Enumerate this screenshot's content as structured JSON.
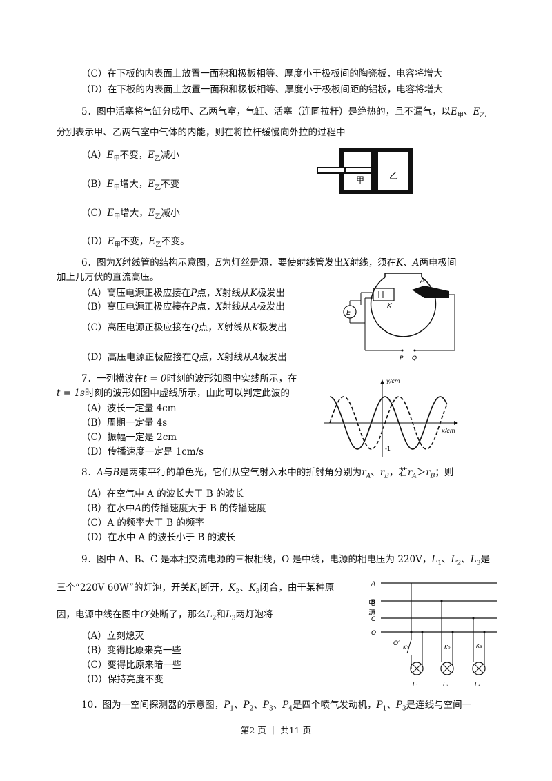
{
  "q4": {
    "opt_c": "（C）在下板的内表面上放置一面积和极板相等、厚度小于极板间的陶瓷板，电容将增大",
    "opt_d": "（D）在下板的内表面上放置一面积和极板相等、厚度小于极板间距的铝板，电容将增大"
  },
  "q5": {
    "stem_a": "5．图中活塞将气缸分成甲、乙两气室，气缸、活塞（连同拉杆）是绝热的，且不漏气，以",
    "stem_b": "分别表示甲、乙两气室中气体的内能，则在将拉杆缓慢向外拉的过程中",
    "sym_e": "E",
    "sub_jia": "甲",
    "sub_yi": "乙",
    "sep": "、",
    "comma": "，",
    "opt_a_label": "（A）",
    "opt_a_1": "不变",
    "opt_a_2": "减小",
    "opt_b_label": "（B）",
    "opt_b_1": "增大",
    "opt_b_2": "不变",
    "opt_c_label": "（C）",
    "opt_c_1": "增大",
    "opt_c_2": "减小",
    "opt_d_label": "（D）",
    "opt_d_1": "不变",
    "opt_d_2": "不变。",
    "fig_jia": "甲",
    "fig_yi": "乙"
  },
  "q6": {
    "stem_1": "6．图为",
    "sym_x": "X",
    "stem_2": "射线管的结构示意图，",
    "sym_e": "E",
    "stem_3": "为灯丝是源，要使射线管发出",
    "stem_4": "射线，须在",
    "sym_k": "K",
    "stem_5": "、",
    "sym_a": "A",
    "stem_6": "两电极间",
    "stem_line2": "加上几万伏的直流高压。",
    "opt_a_label": "（A）高压电源正极应接在",
    "sym_p": "P",
    "sym_q": "Q",
    "opt_mid": "点，",
    "opt_tail": "射线从",
    "opt_end": "极发出",
    "opt_b_label": "（B）高压电源正极应接在",
    "opt_c_label": "（C）高压电源正极应接在",
    "opt_d_label": "（D）高压电源正极应接在",
    "fig_e": "E",
    "fig_k": "K",
    "fig_a": "A",
    "fig_p": "P",
    "fig_q": "Q"
  },
  "q7": {
    "stem_1": "7．一列横波在",
    "t0": "t = 0",
    "stem_2": "时刻的波形如图中实线所示，在",
    "t1": "t = 1s",
    "stem_3": "时刻的波形如图中虚线所示，由此可以判定此波的",
    "opt_a": "（A）波长一定量 4cm",
    "opt_b": "（B）周期一定量 4s",
    "opt_c": "（C）振幅一定是 2cm",
    "opt_d": "（D）传播速度一定是 1cm/s",
    "fig_y": "y/cm",
    "fig_x": "x/cm",
    "fig_neg": "-1"
  },
  "q8": {
    "stem_1": "8．",
    "sym_a": "A",
    "stem_2": "与",
    "sym_b": "B",
    "stem_3": "是两束平行的单色光，它们从空气射入水中的折射角分别为",
    "sym_r": "r",
    "sep": "、",
    "stem_4": "，若",
    "gt": "＞",
    "stem_5": "；则",
    "opt_a": "（A）在空气中 A 的波长大于 B 的波长",
    "opt_b_1": "（B）在水中",
    "opt_b_2": "的传播速度大于 B 的传播速度",
    "opt_c": "（C）A 的频率大于 B 的频率",
    "opt_d": "（D）在水中 A 的波长小于 B 的波长"
  },
  "q9": {
    "stem_1": "9．图中 A、B、C 是本相交流电源的三根相线，O 是中线，电源的相电压为 220V，",
    "sym_l": "L",
    "n1": "1",
    "n2": "2",
    "n3": "3",
    "sep": "、",
    "stem_2": "是",
    "line2_1": "三个“220V  60W”的灯泡，开关",
    "sym_k": "K",
    "line2_2": "断开，",
    "line2_3": "闭合，由于某种原",
    "line3_1": "因，电源中线在图中",
    "sym_o": "O′",
    "line3_2": "处断了，那么",
    "line3_3": "和",
    "line3_4": "两灯泡将",
    "opt_a": "（A）立刻熄灭",
    "opt_b": "（B）变得比原来亮一些",
    "opt_c": "（C）变得比原来暗一些",
    "opt_d": "（D）保持亮度不变",
    "fig_a": "A",
    "fig_b": "B",
    "fig_c": "C",
    "fig_o": "O",
    "fig_dian": "电",
    "fig_yuan": "源",
    "fig_oprime": "O′",
    "fig_k1": "K₁",
    "fig_k2": "K₂",
    "fig_k3": "K₃",
    "fig_l1": "L₁",
    "fig_l2": "L₂",
    "fig_l3": "L₃"
  },
  "q10": {
    "stem_1": "10．图为一空间探测器的示意图，",
    "sym_p": "P",
    "n1": "1",
    "n2": "2",
    "n3": "3",
    "n4": "4",
    "sep": "、",
    "stem_2": "是四个喷气发动机，",
    "stem_3": "是连线与空间一"
  },
  "footer": "第2 页 ｜ 共11 页"
}
